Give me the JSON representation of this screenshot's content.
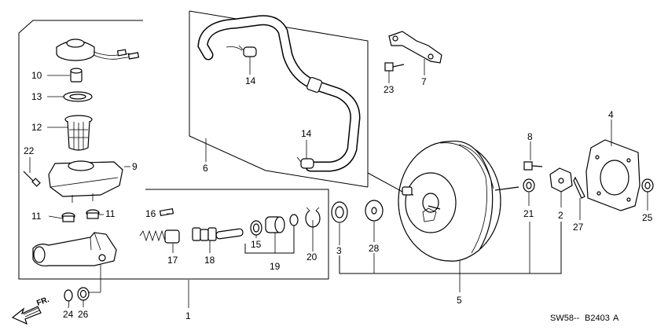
{
  "diagram": {
    "callouts": {
      "c1": "1",
      "c2": "2",
      "c3": "3",
      "c4": "4",
      "c5": "5",
      "c6": "6",
      "c7": "7",
      "c8": "8",
      "c9": "9",
      "c10": "10",
      "c11a": "11",
      "c11b": "11",
      "c12": "12",
      "c13": "13",
      "c14a": "14",
      "c14b": "14",
      "c15": "15",
      "c16": "16",
      "c17": "17",
      "c18": "18",
      "c19": "19",
      "c20": "20",
      "c21": "21",
      "c22": "22",
      "c23": "23",
      "c24": "24",
      "c25": "25",
      "c26": "26",
      "c27": "27",
      "c28": "28"
    },
    "direction_label": "FR.",
    "diagram_code_prefix": "SW58--",
    "diagram_code_main": "B2403",
    "diagram_code_suffix": "A"
  }
}
